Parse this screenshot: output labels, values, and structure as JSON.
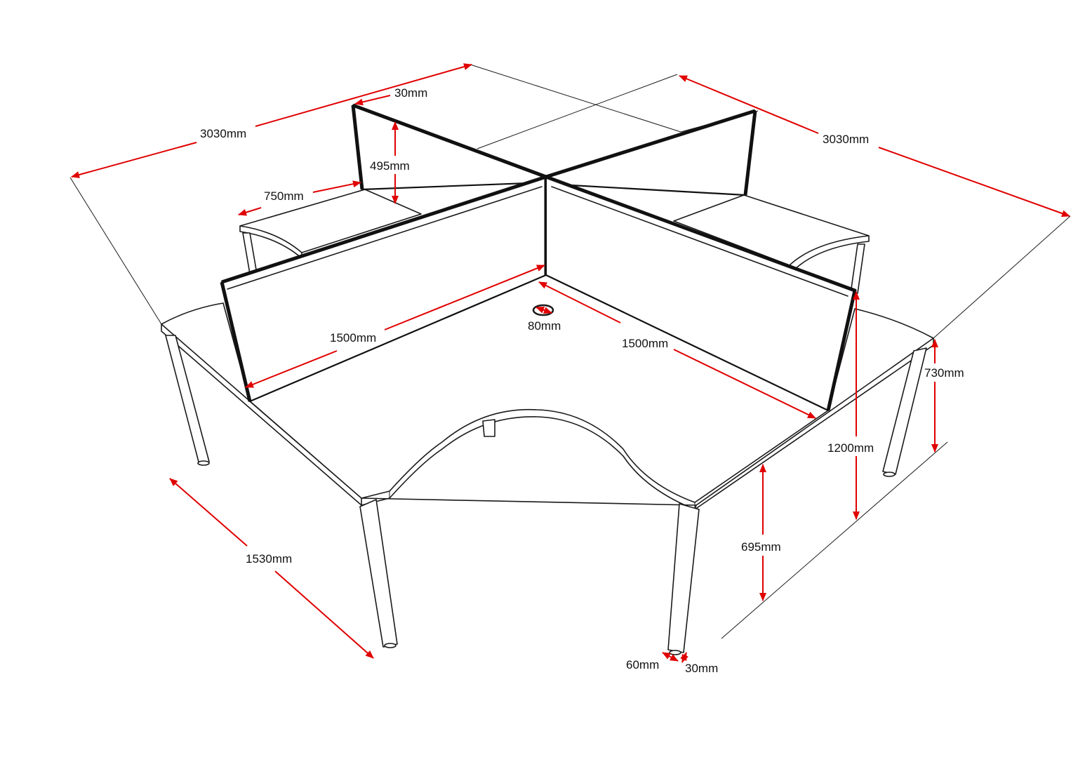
{
  "colors": {
    "dimension_arrow": "#e00000",
    "outline": "#1a1a1a",
    "background": "#ffffff"
  },
  "dimensions": {
    "overall_width_left": "3030mm",
    "overall_width_right": "3030mm",
    "screen_thickness": "30mm",
    "screen_height": "495mm",
    "return_depth": "750mm",
    "desk_length_left": "1500mm",
    "desk_length_right": "1500mm",
    "cable_port": "80mm",
    "desk_height": "730mm",
    "total_height": "1200mm",
    "knee_clearance": "695mm",
    "desk_depth": "1530mm",
    "leg_width": "60mm",
    "leg_depth": "30mm"
  }
}
